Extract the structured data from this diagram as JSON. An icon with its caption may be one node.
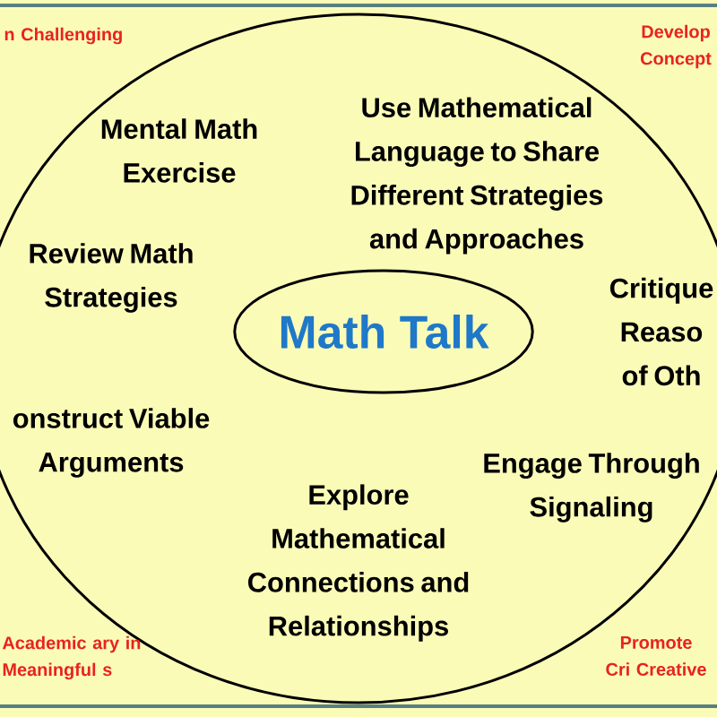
{
  "diagram": {
    "nodes": [
      {
        "text": [],
        "shape": "circle"
      },
      {
        "text": [
          "Math Talk"
        ],
        "in": 0
      }
    ],
    "edges": [],
    "labels": [
      "n Challenging",
      "Develop Concept",
      "Mental Math Exercise",
      "Use Mathematical Language to Share Different Strategies and Approaches",
      "Review Math Strategies",
      "Critique Reaso of Oth",
      "onstruct Viable Arguments",
      "Engage Through Signaling",
      "Explore Mathematical Connections and Relationships",
      "Academic ary in Meaningful s",
      "Promote Cri Creative"
    ]
  }
}
